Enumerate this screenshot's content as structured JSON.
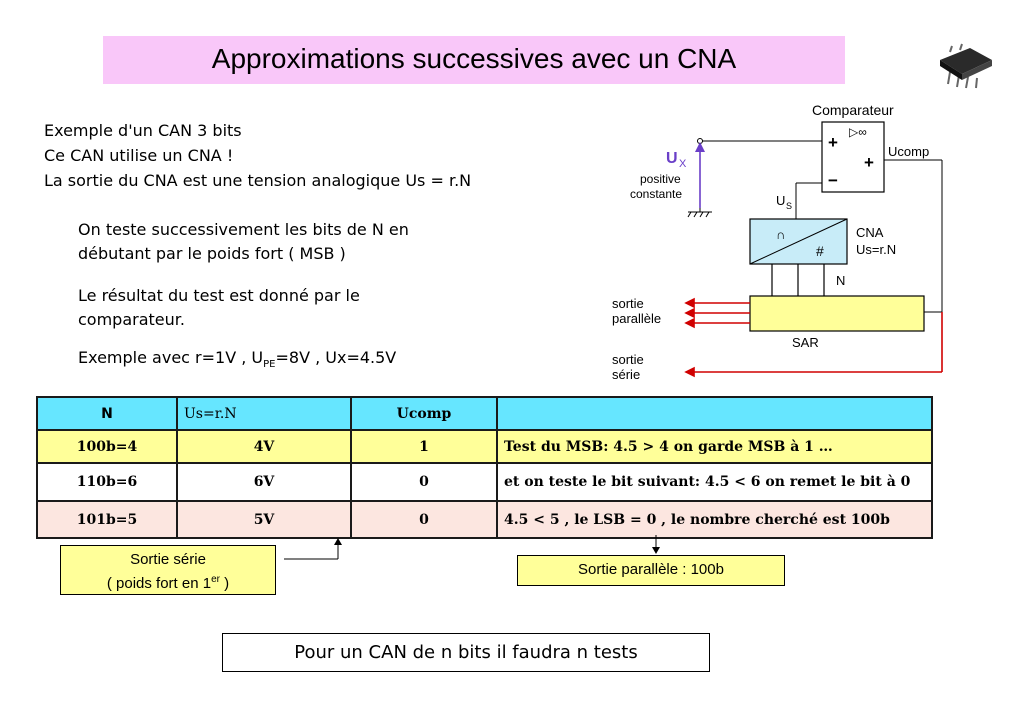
{
  "title": "Approximations successives avec un CNA",
  "intro": [
    "Exemple d'un CAN 3 bits",
    "Ce CAN utilise un CNA !",
    "La sortie du CNA est une tension analogique Us = r.N"
  ],
  "para1": [
    "On teste successivement les bits de N en",
    "débutant par le poids fort ( MSB )"
  ],
  "para2": [
    "Le résultat du test est donné par le",
    "comparateur."
  ],
  "para3": {
    "prefix": "Exemple avec r=1V , U",
    "sub": "PE",
    "suffix": "=8V , Ux=4.5V"
  },
  "diagram": {
    "comparateur": "Comparateur",
    "plus": "+",
    "minus": "−",
    "inf": "▷∞",
    "ucomp": "Ucomp",
    "ux": "U",
    "ux_sub": "X",
    "positive": "positive",
    "constante": "constante",
    "us": "U",
    "us_sub": "S",
    "cna": "CNA",
    "us_eq": "Us=r.N",
    "cna_analog": "∩",
    "cna_digital": "#",
    "n": "N",
    "sar": "SAR",
    "sortie_par_1": "sortie",
    "sortie_par_2": "parallèle",
    "sortie_ser_1": "sortie",
    "sortie_ser_2": "série"
  },
  "table": {
    "headers": [
      "N",
      "Us=r.N",
      "Ucomp",
      ""
    ],
    "rows": [
      [
        "100b=4",
        "4V",
        "1",
        "Test du MSB: 4.5 > 4 on garde MSB à 1 …"
      ],
      [
        "110b=6",
        "6V",
        "0",
        "et on teste le bit suivant: 4.5 < 6 on remet le bit à  0"
      ],
      [
        "101b=5",
        "5V",
        "0",
        "4.5 < 5 , le LSB = 0 , le nombre cherché est 100b"
      ]
    ]
  },
  "sortie_serie": {
    "line1": "Sortie série",
    "line2_prefix": "( poids fort en 1",
    "line2_sup": "er",
    "line2_suffix": " )"
  },
  "sortie_parallele": "Sortie parallèle : 100b",
  "conclusion": "Pour un CAN de n bits il faudra n tests",
  "colors": {
    "title_bg": "#f9c7f9",
    "header_bg": "#66e6ff",
    "yellow": "#ffff99",
    "cna_bg": "#c8ecf8",
    "sar_bg": "#ffff99",
    "arrow_red": "#d00000",
    "arrow_blue": "#6a3fc8"
  }
}
